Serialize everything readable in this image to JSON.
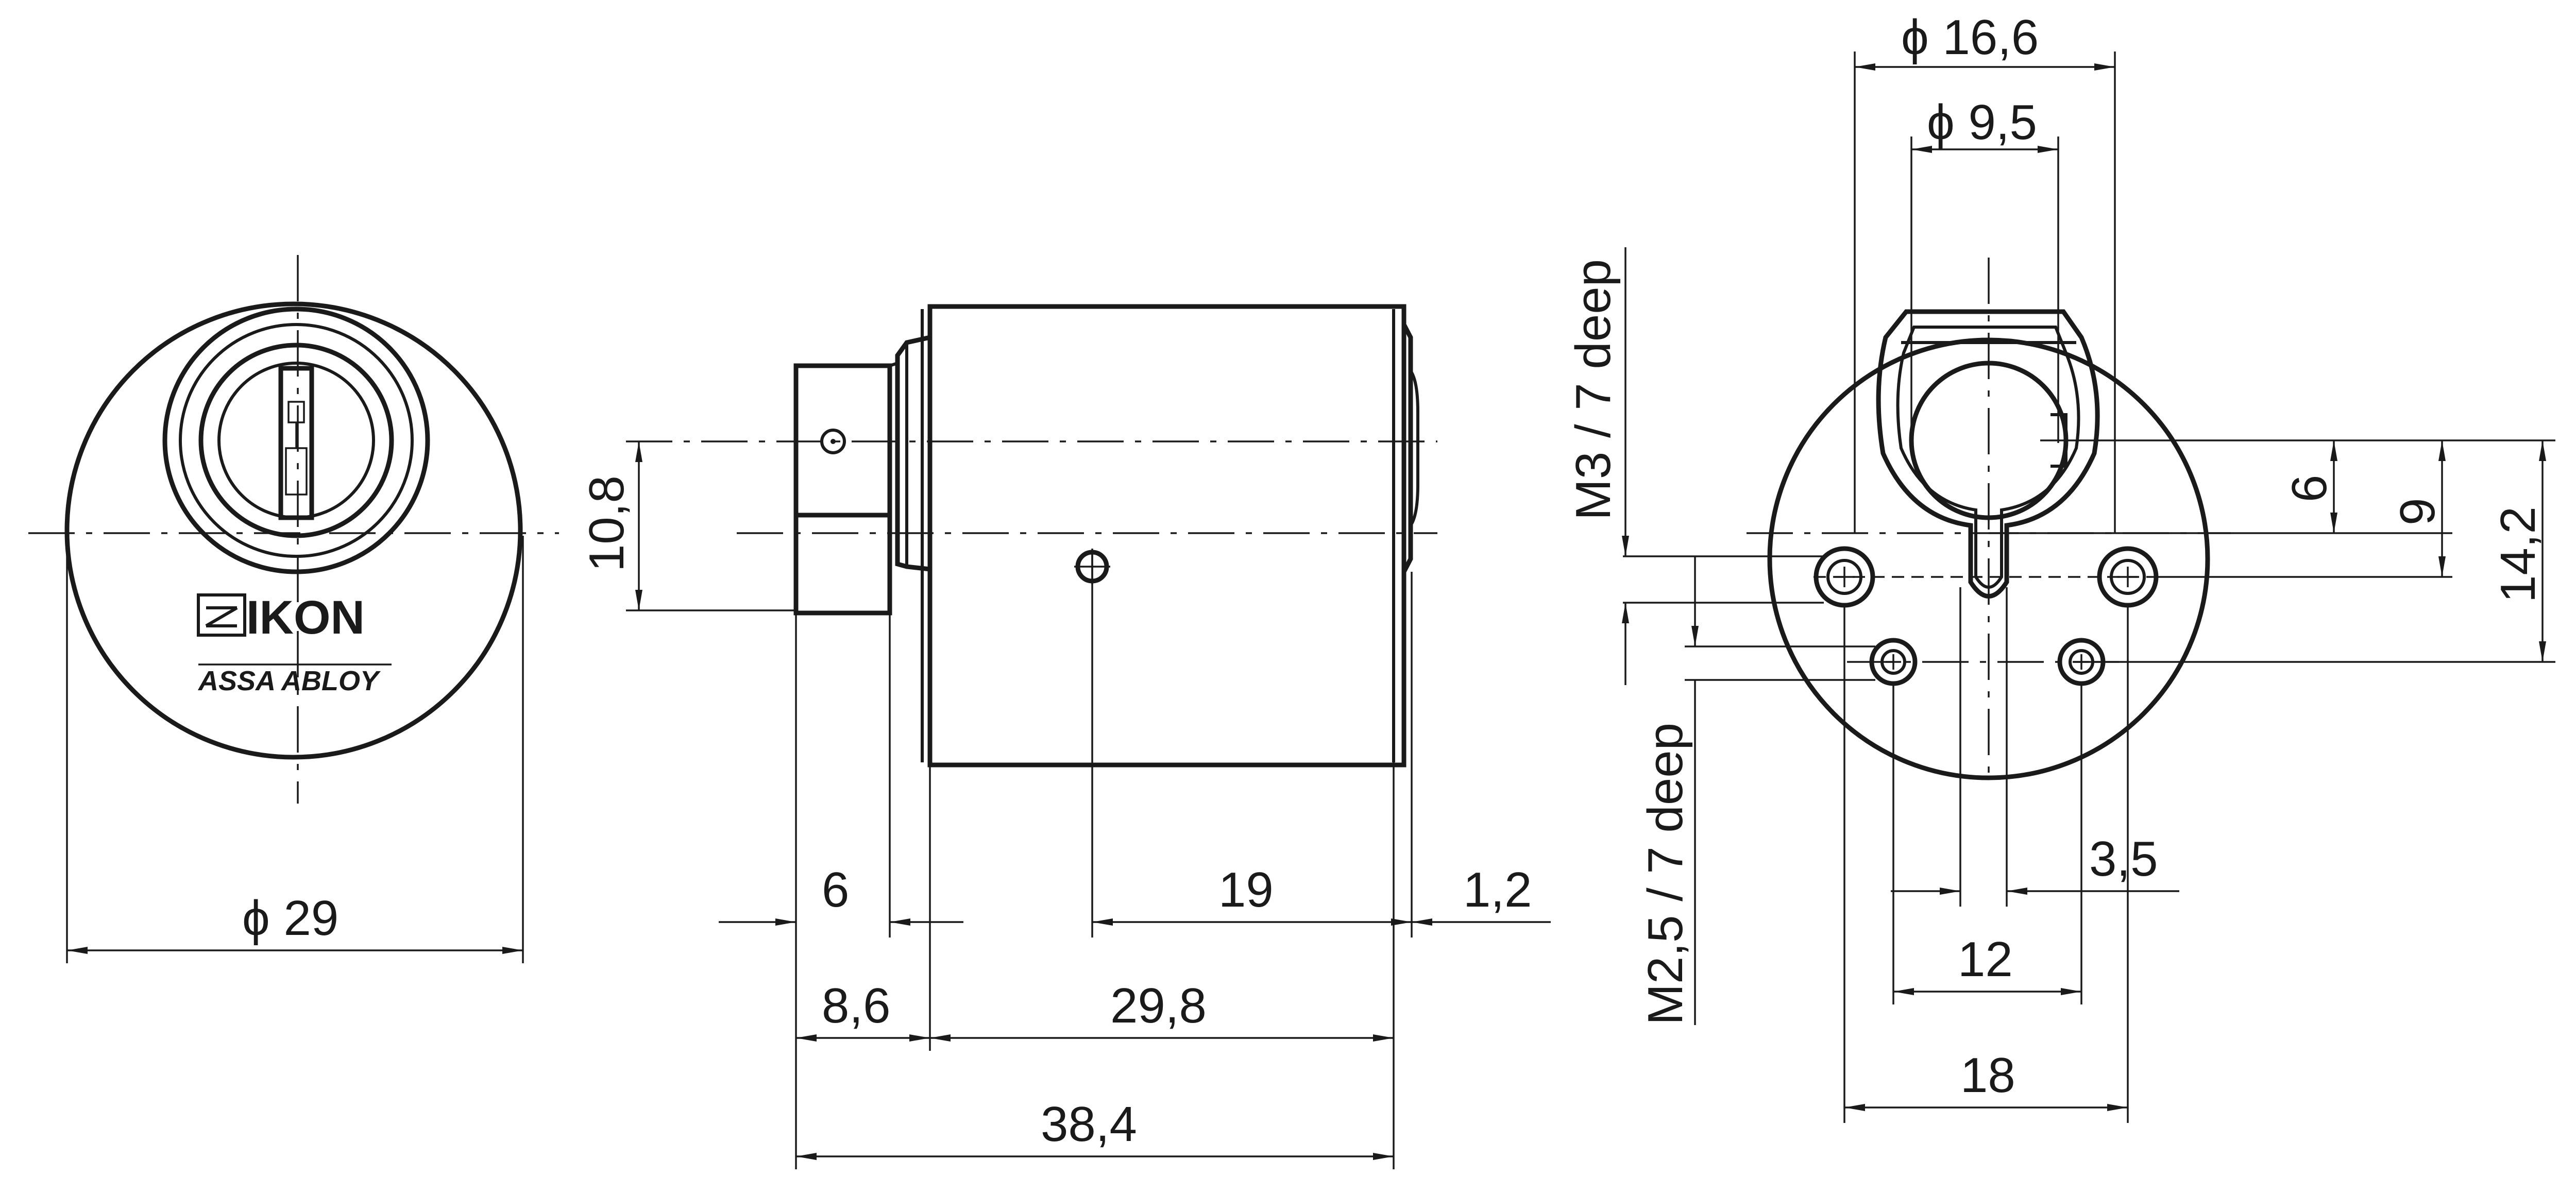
{
  "front_view": {
    "diameter_label": "ϕ 29",
    "logo_brand": "IKON",
    "logo_company": "ASSA ABLOY"
  },
  "side_view": {
    "height_label": "10,8",
    "hole_offset_label": "19",
    "end_gap_label": "1,2",
    "head_length_label": "6",
    "flange_length_label": "8,6",
    "body_length_label": "29,8",
    "total_length_label": "38,4"
  },
  "rear_view": {
    "outer_diameter_label": "ϕ 16,6",
    "inner_diameter_label": "ϕ 9,5",
    "thread_m3_label": "M3 / 7 deep",
    "thread_m25_label": "M2,5 / 7 deep",
    "offset_6_label": "6",
    "offset_9_label": "9",
    "offset_14_label": "14,2",
    "slot_width_label": "3,5",
    "hole_spacing_12_label": "12",
    "hole_spacing_18_label": "18"
  }
}
